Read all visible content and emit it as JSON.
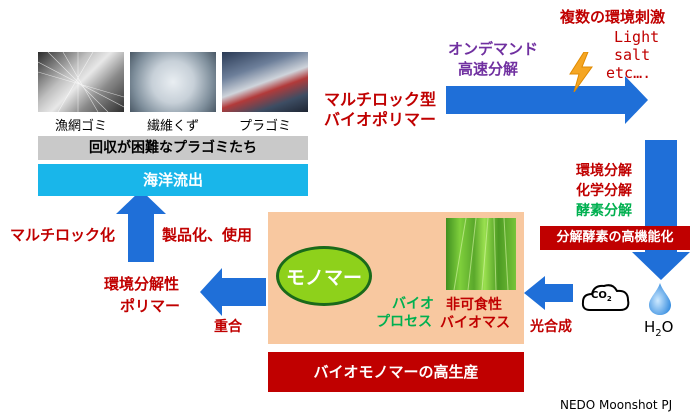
{
  "photos": {
    "labels": [
      "漁網ゴミ",
      "繊維くず",
      "プラゴミ"
    ]
  },
  "bars": {
    "hard_to_recover": "回収が困難なプラゴミたち",
    "ocean_outflow": "海洋流出"
  },
  "top": {
    "on_demand_line1": "オンデマンド",
    "on_demand_line2": "高速分解",
    "multilock_line1": "マルチロック型",
    "multilock_line2": "バイオポリマー",
    "stimuli_title": "複数の環境刺激",
    "stimuli_items": [
      "Light",
      "salt",
      "etc…."
    ]
  },
  "right": {
    "decomp_env": "環境分解",
    "decomp_chem": "化学分解",
    "decomp_enzyme": "酵素分解",
    "enzyme_bar": "分解酵素の高機能化",
    "co2": "CO",
    "co2_sub": "2",
    "h2o_h": "H",
    "h2o_sub": "2",
    "h2o_o": "O"
  },
  "bottom": {
    "photosynthesis": "光合成",
    "biomass_line1": "非可食性",
    "biomass_line2": "バイオマス",
    "bioprocess_line1": "バイオ",
    "bioprocess_line2": "プロセス",
    "monomer": "モノマー",
    "production_bar": "バイオモノマーの高生産",
    "polymerize": "重合",
    "degradable_line1": "環境分解性",
    "degradable_line2": "ポリマー",
    "multilock_make": "マルチロック化",
    "commercialize": "製品化、使用"
  },
  "footer": {
    "credit": "NEDO Moonshot PJ"
  },
  "colors": {
    "arrow_blue": "#1f6fd8",
    "cyan_bar": "#19b6ea",
    "dark_red": "#c00000",
    "purple": "#7030a0",
    "green": "#00b050",
    "peach": "#f8c8a0",
    "monomer_fill": "#8ed11b"
  }
}
